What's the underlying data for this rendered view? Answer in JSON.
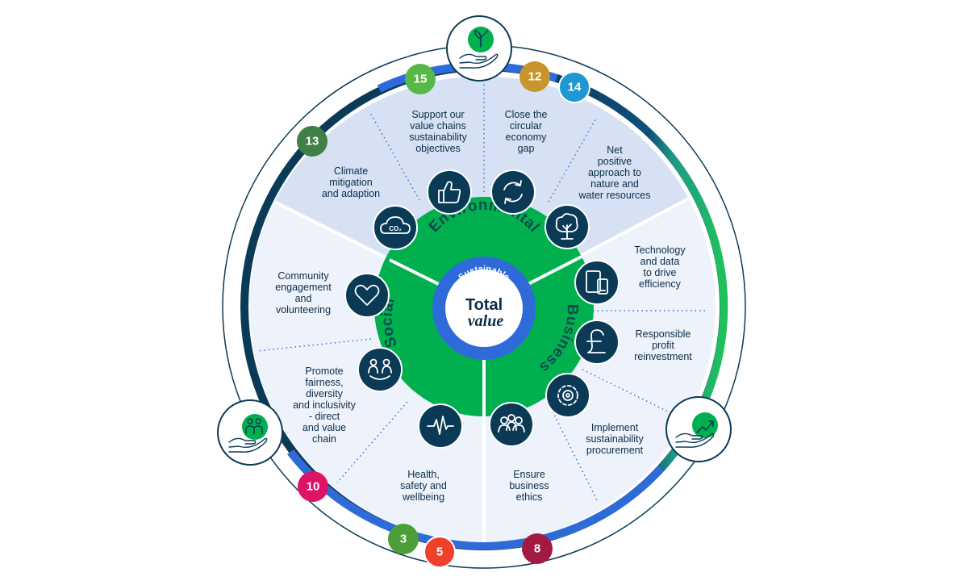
{
  "center": {
    "line1": "Total",
    "line2": "value",
    "ring_text": "Sustainable"
  },
  "pillars": {
    "environmental": "Environmental",
    "business": "Business",
    "social": "Social"
  },
  "segments": {
    "climate": [
      "Climate",
      "mitigation",
      "and adaption"
    ],
    "support": [
      "Support our",
      "value chains",
      "sustainability",
      "objectives"
    ],
    "circular": [
      "Close the",
      "circular",
      "economy",
      "gap"
    ],
    "nature": [
      "Net",
      "positive",
      "approach to",
      "nature and",
      "water resources"
    ],
    "technology": [
      "Technology",
      "and data",
      "to drive",
      "efficiency"
    ],
    "profit": [
      "Responsible",
      "profit",
      "reinvestment"
    ],
    "procurement": [
      "Implement",
      "sustainability",
      "procurement"
    ],
    "ethics": [
      "Ensure",
      "business",
      "ethics"
    ],
    "health": [
      "Health,",
      "safety and",
      "wellbeing"
    ],
    "fairness": [
      "Promote",
      "fairness,",
      "diversity",
      "and inclusivity",
      "- direct",
      "and value",
      "chain"
    ],
    "community": [
      "Community",
      "engagement",
      "and",
      "volunteering"
    ]
  },
  "icons": {
    "co2_label": "CO₂",
    "names": [
      "co2-cloud-icon",
      "thumbs-up-icon",
      "recycle-arrows-icon",
      "tree-icon",
      "devices-icon",
      "pound-icon",
      "gears-icon",
      "people-group-icon",
      "heartbeat-icon",
      "linked-people-icon",
      "heart-icon",
      "seedling-hand-icon",
      "growth-hand-icon",
      "people-hand-icon"
    ]
  },
  "sdg_badges": [
    {
      "number": "15",
      "color": "#56b947"
    },
    {
      "number": "12",
      "color": "#c8952c"
    },
    {
      "number": "14",
      "color": "#1f97d4"
    },
    {
      "number": "13",
      "color": "#407f46"
    },
    {
      "number": "10",
      "color": "#dd1367"
    },
    {
      "number": "3",
      "color": "#4c9f38"
    },
    {
      "number": "5",
      "color": "#ef402b"
    },
    {
      "number": "8",
      "color": "#a21942"
    }
  ],
  "colors": {
    "navy": "#0b3a57",
    "green": "#00b04f",
    "blue_ring": "#2f6ad9",
    "env_fill": "#d6e1f4",
    "light_fill": "#eef2fa"
  }
}
